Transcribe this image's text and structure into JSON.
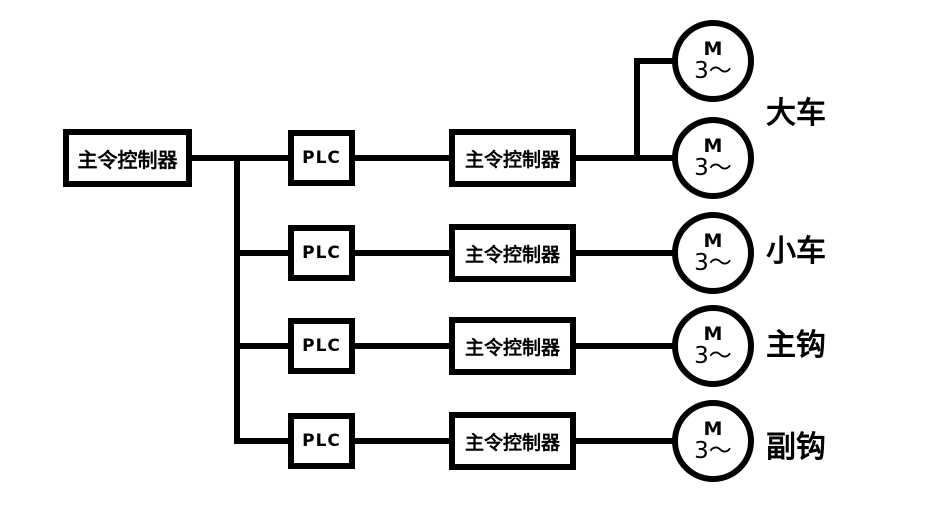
{
  "diagram": {
    "title_hint": "crane-plc-control-block-diagram",
    "master_label": "主令控制器",
    "motor": {
      "letter": "M",
      "phase": "3～"
    },
    "rows": [
      {
        "plc_label": "PLC",
        "controller_label": "主令控制器",
        "group_label": "大车",
        "motor_count": 2
      },
      {
        "plc_label": "PLC",
        "controller_label": "主令控制器",
        "group_label": "小车",
        "motor_count": 1
      },
      {
        "plc_label": "PLC",
        "controller_label": "主令控制器",
        "group_label": "主钩",
        "motor_count": 1
      },
      {
        "plc_label": "PLC",
        "controller_label": "主令控制器",
        "group_label": "副钩",
        "motor_count": 1
      }
    ],
    "colors": {
      "line": "#000000",
      "background": "#ffffff",
      "text": "#000000"
    }
  }
}
